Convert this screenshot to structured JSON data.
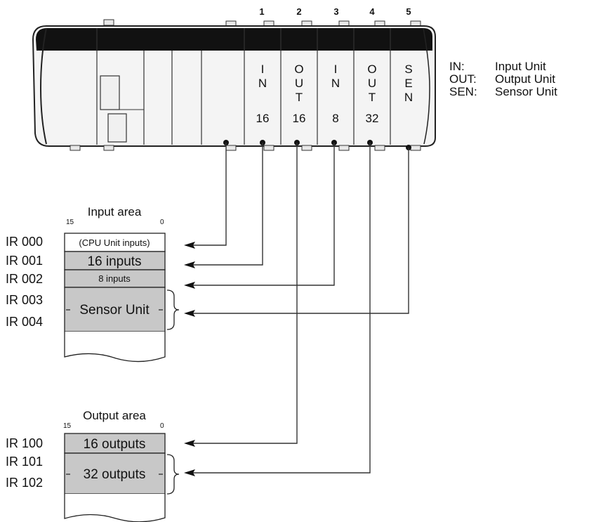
{
  "rack": {
    "slot_numbers": [
      "1",
      "2",
      "3",
      "4",
      "5"
    ],
    "units": [
      {
        "lines": [
          "I",
          "N",
          "",
          "16"
        ]
      },
      {
        "lines": [
          "O",
          "U",
          "T",
          "16"
        ]
      },
      {
        "lines": [
          "I",
          "N",
          "",
          "8"
        ]
      },
      {
        "lines": [
          "O",
          "U",
          "T",
          "32"
        ]
      },
      {
        "lines": [
          "S",
          "E",
          "N",
          ""
        ]
      }
    ]
  },
  "legend": [
    {
      "abbr": "IN:",
      "meaning": "Input Unit"
    },
    {
      "abbr": "OUT:",
      "meaning": "Output Unit"
    },
    {
      "abbr": "SEN:",
      "meaning": "Sensor Unit"
    }
  ],
  "input_area": {
    "title": "Input area",
    "bit_high": "15",
    "bit_low": "0",
    "addresses": [
      "IR 000",
      "IR 001",
      "IR 002",
      "IR 003",
      "IR 004"
    ],
    "cells": [
      "(CPU Unit inputs)",
      "16 inputs",
      "8 inputs",
      "Sensor Unit"
    ]
  },
  "output_area": {
    "title": "Output area",
    "bit_high": "15",
    "bit_low": "0",
    "addresses": [
      "IR 100",
      "IR 101",
      "IR 102"
    ],
    "cells": [
      "16 outputs",
      "32 outputs"
    ]
  },
  "colors": {
    "cell_fill": "#c8c8c8",
    "rack_top": "#111111",
    "line": "#333333"
  }
}
